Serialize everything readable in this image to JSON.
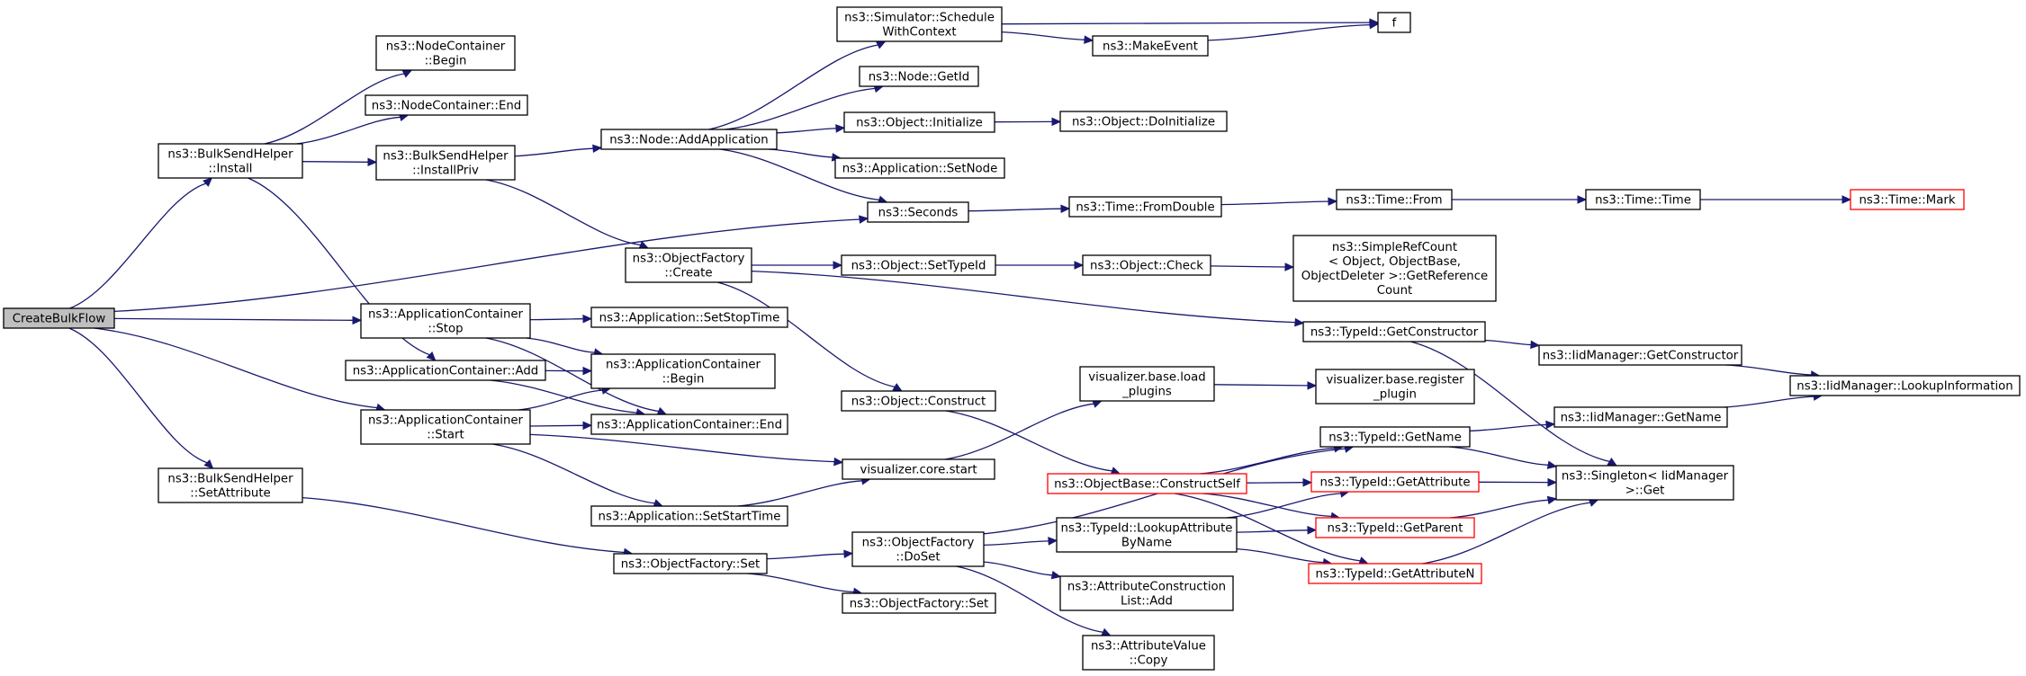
{
  "graph": {
    "colors": {
      "edge": "#191970",
      "root_fill": "#bfbfbf",
      "truncated_border": "#ff0000"
    },
    "nodes": [
      {
        "id": "createbulkflow",
        "lines": [
          "CreateBulkFlow"
        ],
        "root": true
      },
      {
        "id": "bulksend-install",
        "lines": [
          "ns3::BulkSendHelper",
          "::Install"
        ]
      },
      {
        "id": "bulksend-setattribute",
        "lines": [
          "ns3::BulkSendHelper",
          "::SetAttribute"
        ]
      },
      {
        "id": "nodecontainer-begin",
        "lines": [
          "ns3::NodeContainer",
          "::Begin"
        ]
      },
      {
        "id": "nodecontainer-end",
        "lines": [
          "ns3::NodeContainer::End"
        ]
      },
      {
        "id": "bulksend-installpriv",
        "lines": [
          "ns3::BulkSendHelper",
          "::InstallPriv"
        ]
      },
      {
        "id": "appcontainer-stop",
        "lines": [
          "ns3::ApplicationContainer",
          "::Stop"
        ]
      },
      {
        "id": "appcontainer-add",
        "lines": [
          "ns3::ApplicationContainer::Add"
        ]
      },
      {
        "id": "appcontainer-start",
        "lines": [
          "ns3::ApplicationContainer",
          "::Start"
        ]
      },
      {
        "id": "node-addapplication",
        "lines": [
          "ns3::Node::AddApplication"
        ]
      },
      {
        "id": "objectfactory-create",
        "lines": [
          "ns3::ObjectFactory",
          "::Create"
        ]
      },
      {
        "id": "app-setstoptime",
        "lines": [
          "ns3::Application::SetStopTime"
        ]
      },
      {
        "id": "appcontainer-begin",
        "lines": [
          "ns3::ApplicationContainer",
          "::Begin"
        ]
      },
      {
        "id": "appcontainer-end",
        "lines": [
          "ns3::ApplicationContainer::End"
        ]
      },
      {
        "id": "app-setstarttime",
        "lines": [
          "ns3::Application::SetStartTime"
        ]
      },
      {
        "id": "objectfactory-set-1",
        "lines": [
          "ns3::ObjectFactory::Set"
        ]
      },
      {
        "id": "simulator-schedulewithcontext",
        "lines": [
          "ns3::Simulator::Schedule",
          "WithContext"
        ]
      },
      {
        "id": "node-getid",
        "lines": [
          "ns3::Node::GetId"
        ]
      },
      {
        "id": "object-initialize",
        "lines": [
          "ns3::Object::Initialize"
        ]
      },
      {
        "id": "app-setnode",
        "lines": [
          "ns3::Application::SetNode"
        ]
      },
      {
        "id": "seconds",
        "lines": [
          "ns3::Seconds"
        ]
      },
      {
        "id": "object-settypeid",
        "lines": [
          "ns3::Object::SetTypeId"
        ]
      },
      {
        "id": "object-construct",
        "lines": [
          "ns3::Object::Construct"
        ]
      },
      {
        "id": "visualizer-core-start",
        "lines": [
          "visualizer.core.start"
        ]
      },
      {
        "id": "objectfactory-doset",
        "lines": [
          "ns3::ObjectFactory",
          "::DoSet"
        ]
      },
      {
        "id": "objectfactory-set-2",
        "lines": [
          "ns3::ObjectFactory::Set"
        ]
      },
      {
        "id": "makeevent",
        "lines": [
          "ns3::MakeEvent"
        ]
      },
      {
        "id": "object-doinitialize",
        "lines": [
          "ns3::Object::DoInitialize"
        ]
      },
      {
        "id": "time-fromdouble",
        "lines": [
          "ns3::Time::FromDouble"
        ]
      },
      {
        "id": "object-check",
        "lines": [
          "ns3::Object::Check"
        ]
      },
      {
        "id": "visualizer-load-plugins",
        "lines": [
          "visualizer.base.load",
          "_plugins"
        ]
      },
      {
        "id": "objectbase-constructself",
        "lines": [
          "ns3::ObjectBase::ConstructSelf"
        ],
        "truncated": true
      },
      {
        "id": "typeid-lookupattributebyname",
        "lines": [
          "ns3::TypeId::LookupAttribute",
          "ByName"
        ]
      },
      {
        "id": "attributeconstructionlist-add",
        "lines": [
          "ns3::AttributeConstruction",
          "List::Add"
        ]
      },
      {
        "id": "attributevalue-copy",
        "lines": [
          "ns3::AttributeValue",
          "::Copy"
        ]
      },
      {
        "id": "f",
        "lines": [
          "f"
        ]
      },
      {
        "id": "time-from",
        "lines": [
          "ns3::Time::From"
        ]
      },
      {
        "id": "simplerefcount-getreferencecount",
        "lines": [
          "ns3::SimpleRefCount",
          "< Object, ObjectBase,",
          "ObjectDeleter >::GetReference",
          "Count"
        ]
      },
      {
        "id": "typeid-getconstructor",
        "lines": [
          "ns3::TypeId::GetConstructor"
        ]
      },
      {
        "id": "visualizer-register-plugin",
        "lines": [
          "visualizer.base.register",
          "_plugin"
        ]
      },
      {
        "id": "typeid-getname",
        "lines": [
          "ns3::TypeId::GetName"
        ]
      },
      {
        "id": "typeid-getattribute",
        "lines": [
          "ns3::TypeId::GetAttribute"
        ],
        "truncated": true
      },
      {
        "id": "typeid-getparent",
        "lines": [
          "ns3::TypeId::GetParent"
        ],
        "truncated": true
      },
      {
        "id": "typeid-getattributen",
        "lines": [
          "ns3::TypeId::GetAttributeN"
        ],
        "truncated": true
      },
      {
        "id": "time-time",
        "lines": [
          "ns3::Time::Time"
        ]
      },
      {
        "id": "iidmanager-getconstructor",
        "lines": [
          "ns3::IidManager::GetConstructor"
        ]
      },
      {
        "id": "iidmanager-getname",
        "lines": [
          "ns3::IidManager::GetName"
        ]
      },
      {
        "id": "singleton-get",
        "lines": [
          "ns3::Singleton< IidManager",
          ">::Get"
        ]
      },
      {
        "id": "time-mark",
        "lines": [
          "ns3::Time::Mark"
        ],
        "truncated": true
      },
      {
        "id": "iidmanager-lookupinformation",
        "lines": [
          "ns3::IidManager::LookupInformation"
        ]
      }
    ],
    "edges": [
      {
        "from": "createbulkflow",
        "to": "bulksend-install"
      },
      {
        "from": "createbulkflow",
        "to": "seconds"
      },
      {
        "from": "createbulkflow",
        "to": "appcontainer-stop"
      },
      {
        "from": "createbulkflow",
        "to": "appcontainer-start"
      },
      {
        "from": "createbulkflow",
        "to": "bulksend-setattribute"
      },
      {
        "from": "bulksend-install",
        "to": "nodecontainer-begin"
      },
      {
        "from": "bulksend-install",
        "to": "nodecontainer-end"
      },
      {
        "from": "bulksend-install",
        "to": "bulksend-installpriv"
      },
      {
        "from": "bulksend-install",
        "to": "appcontainer-add"
      },
      {
        "from": "bulksend-installpriv",
        "to": "node-addapplication"
      },
      {
        "from": "bulksend-installpriv",
        "to": "objectfactory-create"
      },
      {
        "from": "node-addapplication",
        "to": "simulator-schedulewithcontext"
      },
      {
        "from": "node-addapplication",
        "to": "node-getid"
      },
      {
        "from": "node-addapplication",
        "to": "object-initialize"
      },
      {
        "from": "node-addapplication",
        "to": "app-setnode"
      },
      {
        "from": "node-addapplication",
        "to": "seconds"
      },
      {
        "from": "simulator-schedulewithcontext",
        "to": "f"
      },
      {
        "from": "simulator-schedulewithcontext",
        "to": "makeevent"
      },
      {
        "from": "makeevent",
        "to": "f"
      },
      {
        "from": "object-initialize",
        "to": "object-doinitialize"
      },
      {
        "from": "seconds",
        "to": "time-fromdouble"
      },
      {
        "from": "time-fromdouble",
        "to": "time-from"
      },
      {
        "from": "time-from",
        "to": "time-time"
      },
      {
        "from": "time-time",
        "to": "time-mark"
      },
      {
        "from": "objectfactory-create",
        "to": "object-settypeid"
      },
      {
        "from": "objectfactory-create",
        "to": "typeid-getconstructor"
      },
      {
        "from": "objectfactory-create",
        "to": "object-construct"
      },
      {
        "from": "object-settypeid",
        "to": "object-check"
      },
      {
        "from": "object-check",
        "to": "simplerefcount-getreferencecount"
      },
      {
        "from": "typeid-getconstructor",
        "to": "iidmanager-getconstructor"
      },
      {
        "from": "typeid-getconstructor",
        "to": "singleton-get"
      },
      {
        "from": "iidmanager-getconstructor",
        "to": "iidmanager-lookupinformation"
      },
      {
        "from": "object-construct",
        "to": "objectbase-constructself"
      },
      {
        "from": "appcontainer-stop",
        "to": "app-setstoptime"
      },
      {
        "from": "appcontainer-stop",
        "to": "appcontainer-begin"
      },
      {
        "from": "appcontainer-stop",
        "to": "appcontainer-end"
      },
      {
        "from": "appcontainer-add",
        "to": "appcontainer-begin"
      },
      {
        "from": "appcontainer-add",
        "to": "appcontainer-end"
      },
      {
        "from": "appcontainer-start",
        "to": "appcontainer-begin"
      },
      {
        "from": "appcontainer-start",
        "to": "appcontainer-end"
      },
      {
        "from": "appcontainer-start",
        "to": "visualizer-core-start"
      },
      {
        "from": "appcontainer-start",
        "to": "app-setstarttime"
      },
      {
        "from": "app-setstarttime",
        "to": "visualizer-core-start"
      },
      {
        "from": "visualizer-core-start",
        "to": "visualizer-load-plugins"
      },
      {
        "from": "visualizer-load-plugins",
        "to": "visualizer-register-plugin"
      },
      {
        "from": "bulksend-setattribute",
        "to": "objectfactory-set-1"
      },
      {
        "from": "objectfactory-set-1",
        "to": "objectfactory-doset"
      },
      {
        "from": "objectfactory-set-1",
        "to": "objectfactory-set-2"
      },
      {
        "from": "objectfactory-doset",
        "to": "typeid-getname"
      },
      {
        "from": "objectfactory-doset",
        "to": "typeid-lookupattributebyname"
      },
      {
        "from": "objectfactory-doset",
        "to": "attributeconstructionlist-add"
      },
      {
        "from": "objectfactory-doset",
        "to": "attributevalue-copy"
      },
      {
        "from": "objectbase-constructself",
        "to": "typeid-getname"
      },
      {
        "from": "objectbase-constructself",
        "to": "typeid-getattribute"
      },
      {
        "from": "objectbase-constructself",
        "to": "typeid-getparent"
      },
      {
        "from": "objectbase-constructself",
        "to": "typeid-getattributen"
      },
      {
        "from": "typeid-lookupattributebyname",
        "to": "typeid-getattribute"
      },
      {
        "from": "typeid-lookupattributebyname",
        "to": "typeid-getparent"
      },
      {
        "from": "typeid-lookupattributebyname",
        "to": "typeid-getattributen"
      },
      {
        "from": "typeid-getname",
        "to": "iidmanager-getname"
      },
      {
        "from": "typeid-getname",
        "to": "singleton-get"
      },
      {
        "from": "typeid-getattribute",
        "to": "singleton-get"
      },
      {
        "from": "typeid-getparent",
        "to": "singleton-get"
      },
      {
        "from": "typeid-getattributen",
        "to": "singleton-get"
      },
      {
        "from": "iidmanager-getname",
        "to": "iidmanager-lookupinformation"
      }
    ]
  }
}
